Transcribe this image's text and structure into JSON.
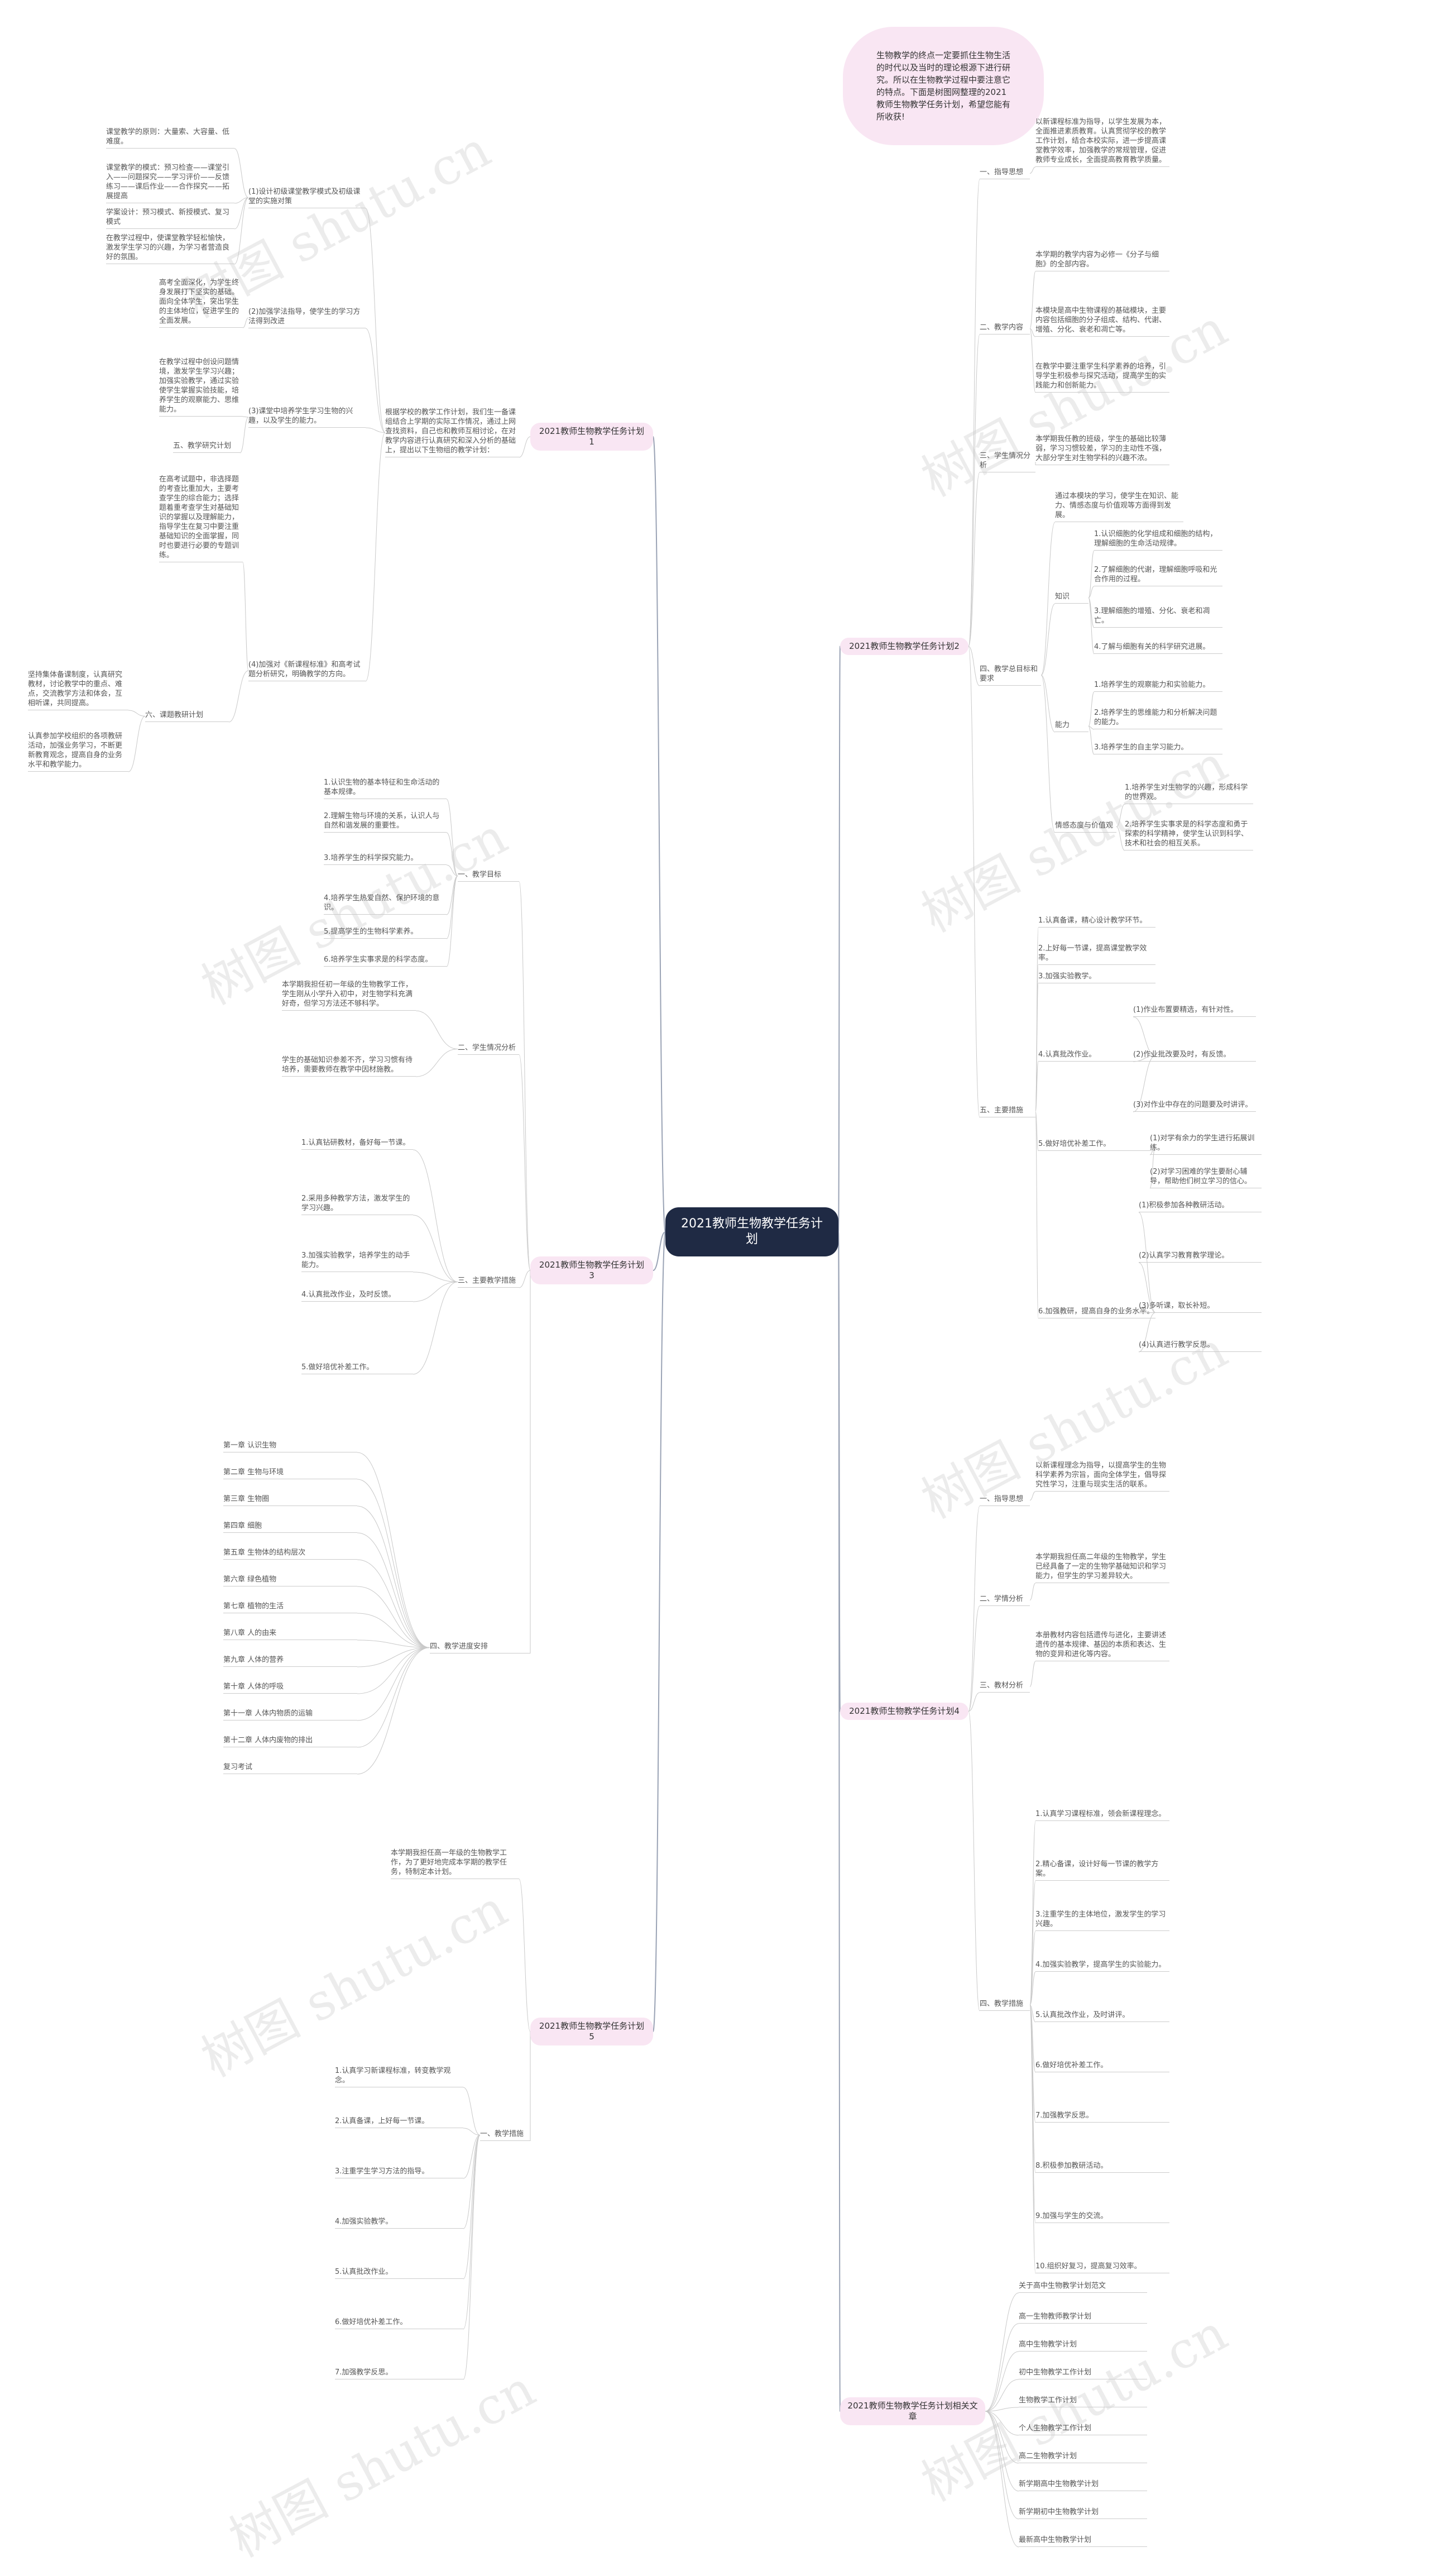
{
  "root": "2021教师生物教学任务计划",
  "intro": "生物教学的终点一定要抓住生物生活的时代以及当时的理论根源下进行研究。所以在生物教学过程中要注意它的特点。下面是树图网整理的2021教师生物教学任务计划，希望您能有所收获!",
  "watermark": "树图 shutu.cn",
  "branches": [
    "2021教师生物教学任务计划1",
    "2021教师生物教学任务计划2",
    "2021教师生物教学任务计划3",
    "2021教师生物教学任务计划4",
    "2021教师生物教学任务计划5",
    "2021教师生物教学任务计划相关文章"
  ],
  "p1": {
    "intro": "根据学校的教学工作计划，我们生一备课组结合上学期的实际工作情况，通过上网查找资料，自己也和教师互相讨论，在对教学内容进行认真研究和深入分析的基础上，提出以下生物组的教学计划：",
    "sec1": "(1)设计初级课堂教学模式及初级课堂的实施对策",
    "sec1a": "课堂教学的原则：大量索、大容量、低难度。",
    "sec1b": "课堂教学的模式：预习检查——课堂引入——问题探究——学习评价——反馈练习——课后作业——合作探究——拓展提高",
    "sec1c": "学案设计：预习模式、新授模式、复习模式",
    "sec1d": "在教学过程中，使课堂教学轻松愉快，激发学生学习的兴趣，为学习者营造良好的氛围。",
    "sec2": "(2)加强学法指导，使学生的学习方法得到改进",
    "sec2a": "高考全面深化，为学生终身发展打下坚实的基础。面向全体学生，突出学生的主体地位，促进学生的全面发展。",
    "sec3": "(3)课堂中培养学生学习生物的兴趣，以及学生的能力。",
    "sec3a": "在教学过程中创设问题情境，激发学生学习兴趣；加强实验教学，通过实验使学生掌握实验技能，培养学生的观察能力、思维能力。",
    "sec4": "(4)加强对《新课程标准》和高考试题分析研究，明确教学的方向。",
    "sec4a": "在高考试题中，非选择题的考查比重加大，主要考查学生的综合能力；选择题着重考查学生对基础知识的掌握以及理解能力，指导学生在复习中要注重基础知识的全面掌握，同时也要进行必要的专题训练。",
    "sec5": "五、教学研究计划",
    "sec6": "六、课题教研计划",
    "sec6a": "坚持集体备课制度，认真研究教材，讨论教学中的重点、难点，交流教学方法和体会，互相听课，共同提高。",
    "sec6b": "认真参加学校组织的各项教研活动，加强业务学习，不断更新教育观念，提高自身的业务水平和教学能力。"
  },
  "p2": {
    "s1": "一、指导思想",
    "s1a": "以新课程标准为指导，以学生发展为本，全面推进素质教育。认真贯彻学校的教学工作计划，结合本校实际，进一步提高课堂教学效率，加强教学的常规管理，促进教师专业成长，全面提高教育教学质量。",
    "s2": "二、教学内容",
    "s2a": "本学期的教学内容为必修一《分子与细胞》的全部内容。",
    "s2b": "本模块是高中生物课程的基础模块，主要内容包括细胞的分子组成、结构、代谢、增殖、分化、衰老和凋亡等。",
    "s2c": "在教学中要注重学生科学素养的培养，引导学生积极参与探究活动，提高学生的实践能力和创新能力。",
    "s3": "三、学生情况分析",
    "s3a": "本学期我任教的班级，学生的基础比较薄弱，学习习惯较差，学习的主动性不强，大部分学生对生物学科的兴趣不浓。",
    "s4": "四、教学总目标和要求",
    "s4intro": "通过本模块的学习，使学生在知识、能力、情感态度与价值观等方面得到发展。",
    "k": "知识",
    "k1": "1.认识细胞的化学组成和细胞的结构，理解细胞的生命活动规律。",
    "k2": "2.了解细胞的代谢，理解细胞呼吸和光合作用的过程。",
    "k3": "3.理解细胞的增殖、分化、衰老和凋亡。",
    "k4": "4.了解与细胞有关的科学研究进展。",
    "a": "能力",
    "a1": "1.培养学生的观察能力和实验能力。",
    "a2": "2.培养学生的思维能力和分析解决问题的能力。",
    "a3": "3.培养学生的自主学习能力。",
    "e": "情感态度与价值观",
    "e1": "1.培养学生对生物学的兴趣，形成科学的世界观。",
    "e2": "2.培养学生实事求是的科学态度和勇于探索的科学精神，使学生认识到科学、技术和社会的相互关系。",
    "s5": "五、主要措施",
    "m1": "1.认真备课，精心设计教学环节。",
    "m2": "2.上好每一节课，提高课堂教学效率。",
    "m3": "3.加强实验教学。",
    "m4": "4.认真批改作业。",
    "m4a": "(1)作业布置要精选，有针对性。",
    "m4b": "(2)作业批改要及时，有反馈。",
    "m4c": "(3)对作业中存在的问题要及时讲评。",
    "m5": "5.做好培优补差工作。",
    "m5a": "(1)对学有余力的学生进行拓展训练。",
    "m5b": "(2)对学习困难的学生要耐心辅导，帮助他们树立学习的信心。",
    "m6": "6.加强教研，提高自身的业务水平。",
    "m6a": "(1)积极参加各种教研活动。",
    "m6b": "(2)认真学习教育教学理论。",
    "m6c": "(3)多听课，取长补短。",
    "m6d": "(4)认真进行教学反思。"
  },
  "p3": {
    "s1": "一、教学目标",
    "s1a": "1.认识生物的基本特征和生命活动的基本规律。",
    "s1b": "2.理解生物与环境的关系，认识人与自然和谐发展的重要性。",
    "s1c": "3.培养学生的科学探究能力。",
    "s1d": "4.培养学生热爱自然、保护环境的意识。",
    "s1e": "5.提高学生的生物科学素养。",
    "s1f": "6.培养学生实事求是的科学态度。",
    "s2": "二、学生情况分析",
    "s2a": "本学期我担任初一年级的生物教学工作，学生刚从小学升入初中，对生物学科充满好奇，但学习方法还不够科学。",
    "s2b": "学生的基础知识参差不齐，学习习惯有待培养，需要教师在教学中因材施教。",
    "s3": "三、主要教学措施",
    "s3a": "1.认真钻研教材，备好每一节课。",
    "s3b": "2.采用多种教学方法，激发学生的学习兴趣。",
    "s3c": "3.加强实验教学，培养学生的动手能力。",
    "s3d": "4.认真批改作业，及时反馈。",
    "s3e": "5.做好培优补差工作。",
    "s4": "四、教学进度安排",
    "sched": [
      "第一章 认识生物",
      "第二章 生物与环境",
      "第三章 生物圈",
      "第四章 细胞",
      "第五章 生物体的结构层次",
      "第六章 绿色植物",
      "第七章 植物的生活",
      "第八章 人的由来",
      "第九章 人体的营养",
      "第十章 人体的呼吸",
      "第十一章 人体内物质的运输",
      "第十二章 人体内废物的排出",
      "复习考试"
    ]
  },
  "p4": {
    "s1": "一、指导思想",
    "s1a": "以新课程理念为指导，以提高学生的生物科学素养为宗旨，面向全体学生，倡导探究性学习，注重与现实生活的联系。",
    "s2": "二、学情分析",
    "s2a": "本学期我担任高二年级的生物教学，学生已经具备了一定的生物学基础知识和学习能力，但学生的学习差异较大。",
    "s3": "三、教材分析",
    "s3a": "本册教材内容包括遗传与进化，主要讲述遗传的基本规律、基因的本质和表达、生物的变异和进化等内容。",
    "s4": "四、教学措施",
    "m": [
      "1.认真学习课程标准，领会新课程理念。",
      "2.精心备课，设计好每一节课的教学方案。",
      "3.注重学生的主体地位，激发学生的学习兴趣。",
      "4.加强实验教学，提高学生的实验能力。",
      "5.认真批改作业，及时讲评。",
      "6.做好培优补差工作。",
      "7.加强教学反思。",
      "8.积极参加教研活动。",
      "9.加强与学生的交流。",
      "10.组织好复习，提高复习效率。"
    ]
  },
  "p5": {
    "intro": "本学期我担任高一年级的生物教学工作，为了更好地完成本学期的教学任务，特制定本计划。",
    "s1": "一、教学措施",
    "m": [
      "1.认真学习新课程标准，转变教学观念。",
      "2.认真备课，上好每一节课。",
      "3.注重学生学习方法的指导。",
      "4.加强实验教学。",
      "5.认真批改作业。",
      "6.做好培优补差工作。",
      "7.加强教学反思。"
    ]
  },
  "related": [
    "关于高中生物教学计划范文",
    "高一生物教师教学计划",
    "高中生物教学计划",
    "初中生物教学工作计划",
    "生物教学工作计划",
    "个人生物教学工作计划",
    "高二生物教学计划",
    "新学期高中生物教学计划",
    "新学期初中生物教学计划",
    "最新高中生物教学计划"
  ]
}
